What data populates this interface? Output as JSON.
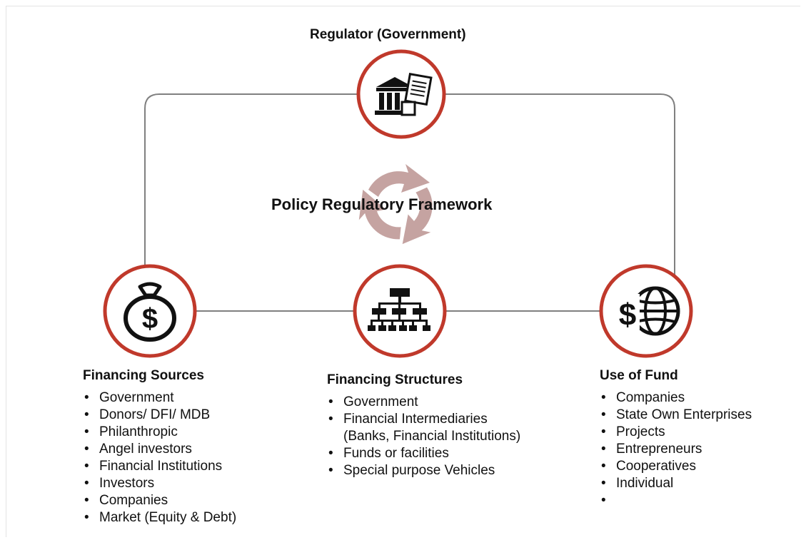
{
  "regulator": {
    "title": "Regulator (Government)",
    "icon": "bank-document-icon"
  },
  "center": {
    "label": "Policy Regulatory Framework",
    "icon": "cycle-arrows-icon"
  },
  "sources": {
    "title": "Financing Sources",
    "icon": "money-bag-icon",
    "items": [
      "Government",
      "Donors/ DFI/ MDB",
      "Philanthropic",
      "Angel investors",
      "Financial Institutions",
      "Investors",
      "Companies",
      "Market (Equity & Debt)"
    ]
  },
  "structures": {
    "title": "Financing Structures",
    "icon": "org-chart-icon",
    "items": [
      "Government",
      "Financial Intermediaries",
      "(Banks, Financial Institutions)",
      "Funds or facilities",
      "Special purpose Vehicles"
    ]
  },
  "use": {
    "title": "Use of Fund",
    "icon": "dollar-globe-icon",
    "items": [
      "Companies",
      "State Own Enterprises",
      "Projects",
      "Entrepreneurs",
      "Cooperatives",
      "Individual",
      ""
    ]
  },
  "colors": {
    "circle_stroke": "#c0392b",
    "connector": "#808080",
    "cycle_arrows": "#c5a3a1"
  }
}
